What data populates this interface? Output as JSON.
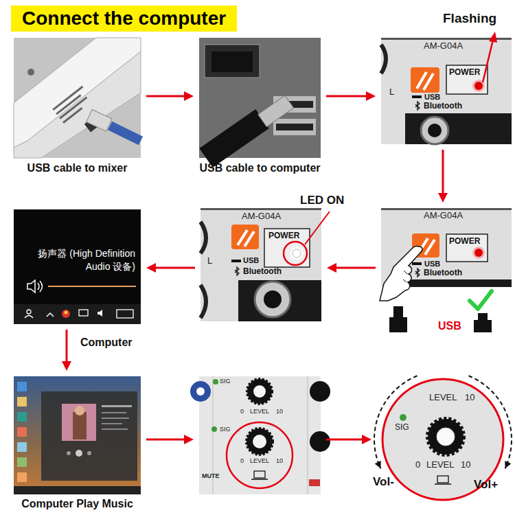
{
  "diagram": {
    "title": "Connect the computer",
    "nodes": [
      {
        "text": [
          "USB cable to mixer"
        ]
      },
      {
        "text": [
          "USB cable to computer"
        ]
      },
      {
        "text": [
          "AM-G04A",
          "POWER",
          "USB",
          "Bluetooth",
          "L"
        ]
      },
      {
        "text": [
          "AM-G04A",
          "POWER",
          "USB",
          "Bluetooth"
        ]
      },
      {
        "text": [
          "AM-G04A",
          "POWER",
          "USB",
          "Bluetooth",
          "L"
        ]
      },
      {
        "text": [
          "扬声器 (High Definition Audio 设备)",
          "Computer"
        ]
      },
      {
        "text": [
          "Computer Play Music"
        ]
      },
      {
        "text": [
          "SIG",
          "0",
          "LEVEL",
          "10",
          "SIG",
          "0",
          "LEVEL",
          "10",
          "MUTE"
        ]
      },
      {
        "text": [
          "LEVEL",
          "10",
          "SIG",
          "0",
          "LEVEL",
          "10"
        ]
      }
    ],
    "edges": [
      {
        "from": 0,
        "to": 1,
        "arrow": "to"
      },
      {
        "from": 1,
        "to": 2,
        "arrow": "to"
      },
      {
        "from": 2,
        "to": 3,
        "arrow": "to"
      },
      {
        "from": 3,
        "to": 4,
        "arrow": "to"
      },
      {
        "from": 4,
        "to": 5,
        "arrow": "to"
      },
      {
        "from": 5,
        "to": 6,
        "arrow": "to"
      },
      {
        "from": 6,
        "to": 7,
        "arrow": "to"
      },
      {
        "from": 7,
        "to": 8,
        "arrow": "to"
      }
    ],
    "labels": [
      "Flashing",
      "LED ON",
      "USB",
      "Vol-",
      "Vol+"
    ]
  }
}
